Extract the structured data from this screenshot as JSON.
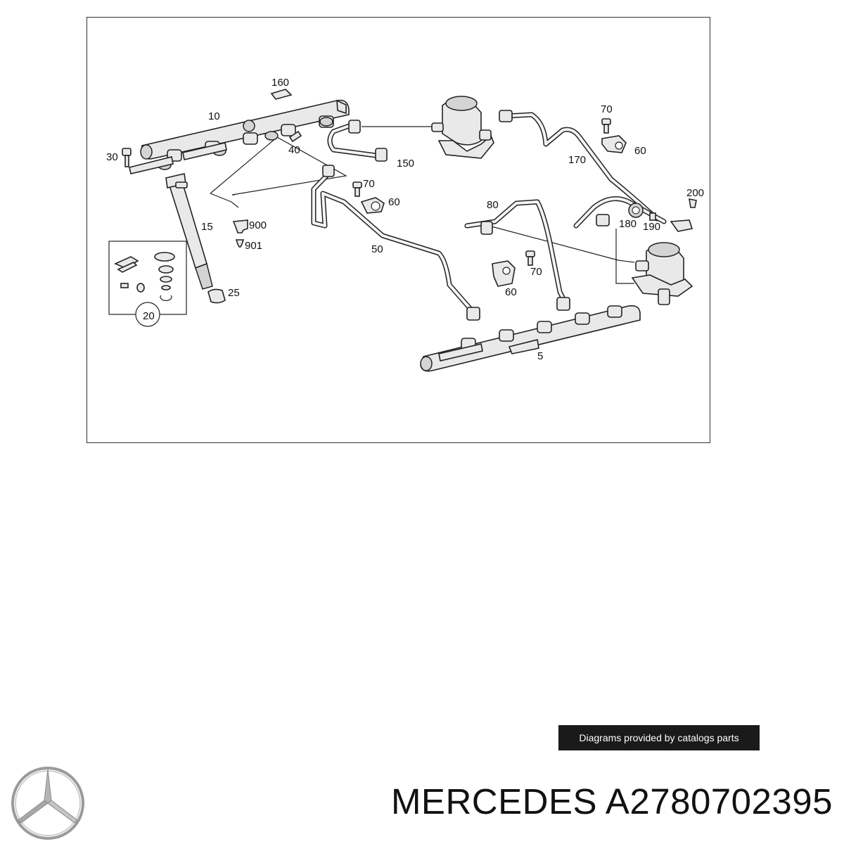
{
  "diagram": {
    "labels": {
      "l160": "160",
      "l10": "10",
      "l30": "30",
      "l40": "40",
      "l150": "150",
      "l70a": "70",
      "l60a": "60",
      "l170": "170",
      "l70b": "70",
      "l60b": "60",
      "l200": "200",
      "l180": "180",
      "l190": "190",
      "l80": "80",
      "l70c": "70",
      "l60c": "60",
      "l900": "900",
      "l901": "901",
      "l15": "15",
      "l50": "50",
      "l25": "25",
      "l20": "20",
      "l5": "5"
    }
  },
  "credit": {
    "text": "Diagrams provided by catalogs parts"
  },
  "title": {
    "text": "MERCEDES A2780702395"
  },
  "logo": {
    "icon": "three-pointed-star-icon"
  }
}
